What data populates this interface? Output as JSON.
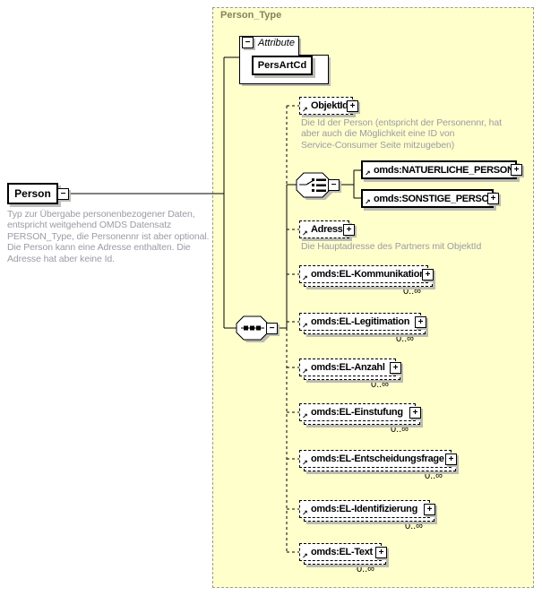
{
  "complex_type": {
    "title": "Person_Type"
  },
  "root_element": {
    "label": "Person",
    "annotation": "Typ zur Übergabe personenbezogener Daten,\nentspricht weitgehend OMDS Datensatz\nPERSON_Type, die Personennr ist aber optional.\nDie Person kann eine Adresse enthalten. Die\nAdresse hat aber keine Id."
  },
  "attribute_section": {
    "label": "Attribute",
    "attributes": [
      "PersArtCd"
    ]
  },
  "sequence_children": [
    {
      "label": "ObjektId",
      "annotation": "Die Id der Person (entspricht der Personennr, hat\naber auch die Möglichkeit eine ID von\nService-Consumer Seite mitzugeben)"
    },
    {
      "label": "Adresse",
      "annotation": "Die Hauptadresse des Partners mit ObjektId"
    },
    {
      "label": "omds:EL-Kommunikation",
      "occurrence": "0..∞"
    },
    {
      "label": "omds:EL-Legitimation",
      "occurrence": "0..∞"
    },
    {
      "label": "omds:EL-Anzahl",
      "occurrence": "0..∞"
    },
    {
      "label": "omds:EL-Einstufung",
      "occurrence": "0..∞"
    },
    {
      "label": "omds:EL-Entscheidungsfrage",
      "occurrence": "0..∞"
    },
    {
      "label": "omds:EL-Identifizierung",
      "occurrence": "0..∞"
    },
    {
      "label": "omds:EL-Text",
      "occurrence": "0..∞"
    }
  ],
  "choice_children": [
    {
      "label": "omds:NATUERLICHE_PERSON"
    },
    {
      "label": "omds:SONSTIGE_PERSON"
    }
  ],
  "icons": {
    "collapse": "−",
    "expand": "+",
    "reference": "↗"
  },
  "colors": {
    "panel_bg": "#ffffcc",
    "panel_border": "#9b9b9b",
    "type_title": "#83835c",
    "annotation_text": "#9b9ba5",
    "shadow": "#bcbcb4"
  }
}
